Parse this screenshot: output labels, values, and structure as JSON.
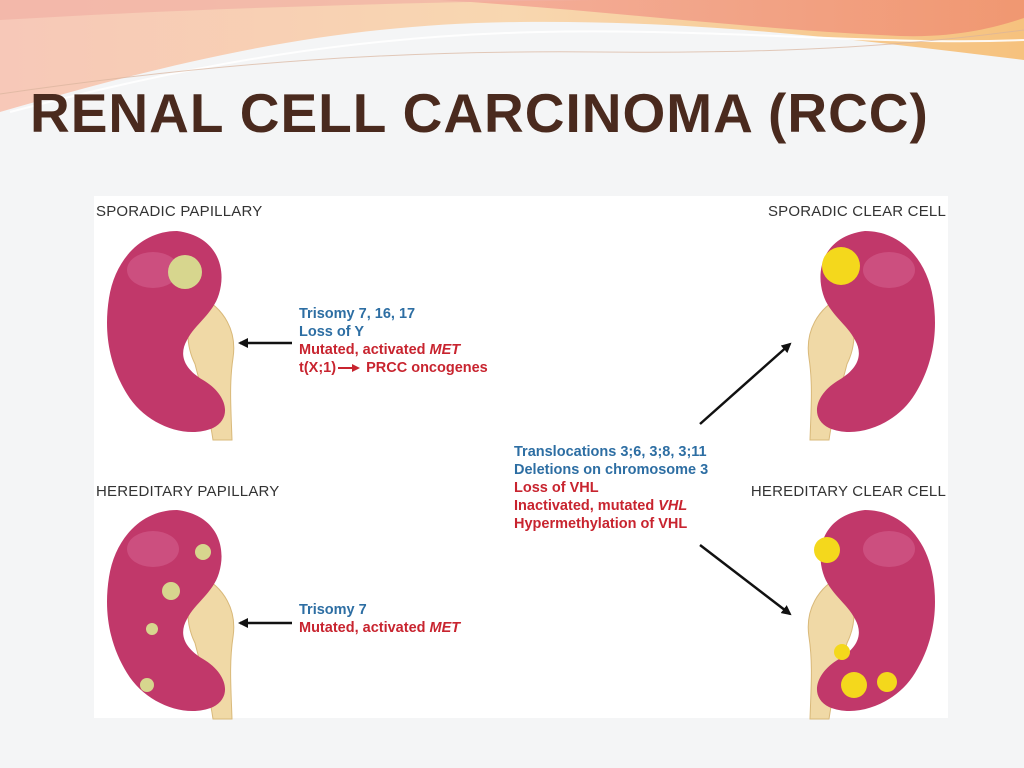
{
  "slide": {
    "title": "RENAL CELL CARCINOMA (RCC)"
  },
  "diagram": {
    "labels": {
      "sporadic_papillary": "SPORADIC PAPILLARY",
      "hereditary_papillary": "HEREDITARY PAPILLARY",
      "sporadic_clear": "SPORADIC CLEAR CELL",
      "hereditary_clear": "HEREDITARY CLEAR CELL"
    },
    "sporadic_papillary_changes": {
      "line1": "Trisomy 7, 16, 17",
      "line2": "Loss of Y",
      "line3_prefix": "Mutated, activated ",
      "line3_gene": "MET",
      "line4_prefix": "t(X;1)",
      "line4_suffix": " PRCC oncogenes"
    },
    "hereditary_papillary_changes": {
      "line1": "Trisomy 7",
      "line2_prefix": "Mutated, activated ",
      "line2_gene": "MET"
    },
    "clear_cell_changes": {
      "line1": "Translocations 3;6, 3;8, 3;11",
      "line2": "Deletions on chromosome 3",
      "line3": "Loss of VHL",
      "line4_prefix": "Inactivated, mutated ",
      "line4_gene": "VHL",
      "line5": "Hypermethylation of VHL"
    },
    "colors": {
      "kidney": "#c1386a",
      "ureter": "#f0d9a6",
      "papillary_tumor": "#d7d68e",
      "clear_tumor": "#f4d81c",
      "blue_text": "#2d6ea3",
      "red_text": "#c8242f",
      "title": "#4a2a1e"
    }
  }
}
